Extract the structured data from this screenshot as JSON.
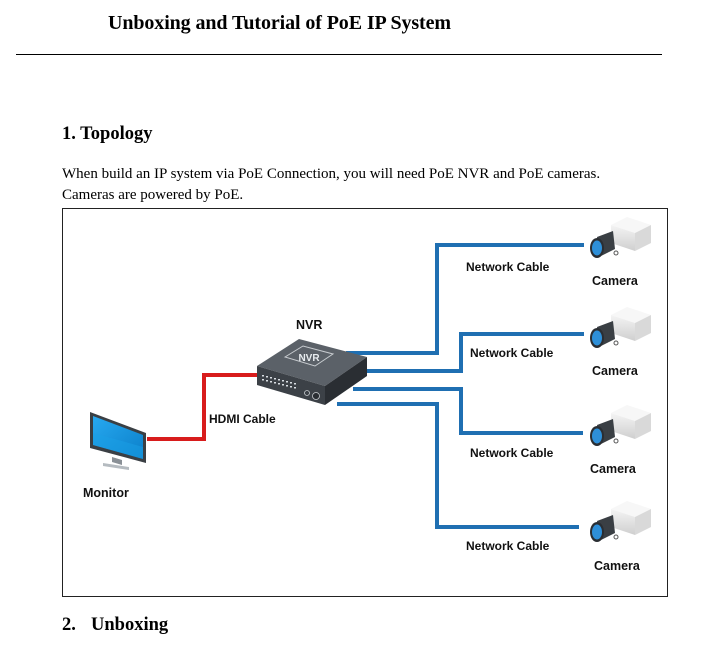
{
  "document": {
    "title": "Unboxing and Tutorial of PoE IP System",
    "sections": [
      {
        "heading": "1. Topology",
        "paragraph_line1": "When build an IP system via PoE Connection, you will need PoE NVR and PoE cameras.",
        "paragraph_line2": "Cameras are powered by PoE."
      },
      {
        "number": "2.",
        "heading": "Unboxing"
      }
    ]
  },
  "diagram": {
    "nvr_label": "NVR",
    "nvr_device_text": "NVR",
    "monitor_label": "Monitor",
    "hdmi_label": "HDMI Cable",
    "network_labels": [
      "Network Cable",
      "Network Cable",
      "Network Cable",
      "Network Cable"
    ],
    "camera_labels": [
      "Camera",
      "Camera",
      "Camera",
      "Camera"
    ],
    "icons": {
      "nvr": "nvr-device-icon",
      "monitor": "monitor-icon",
      "camera": "camera-icon"
    },
    "colors": {
      "network_cable": "#1f6fb2",
      "hdmi_cable": "#d81c1c",
      "screen": "#1e9be0",
      "camera_lens": "#2e8fd8"
    }
  }
}
